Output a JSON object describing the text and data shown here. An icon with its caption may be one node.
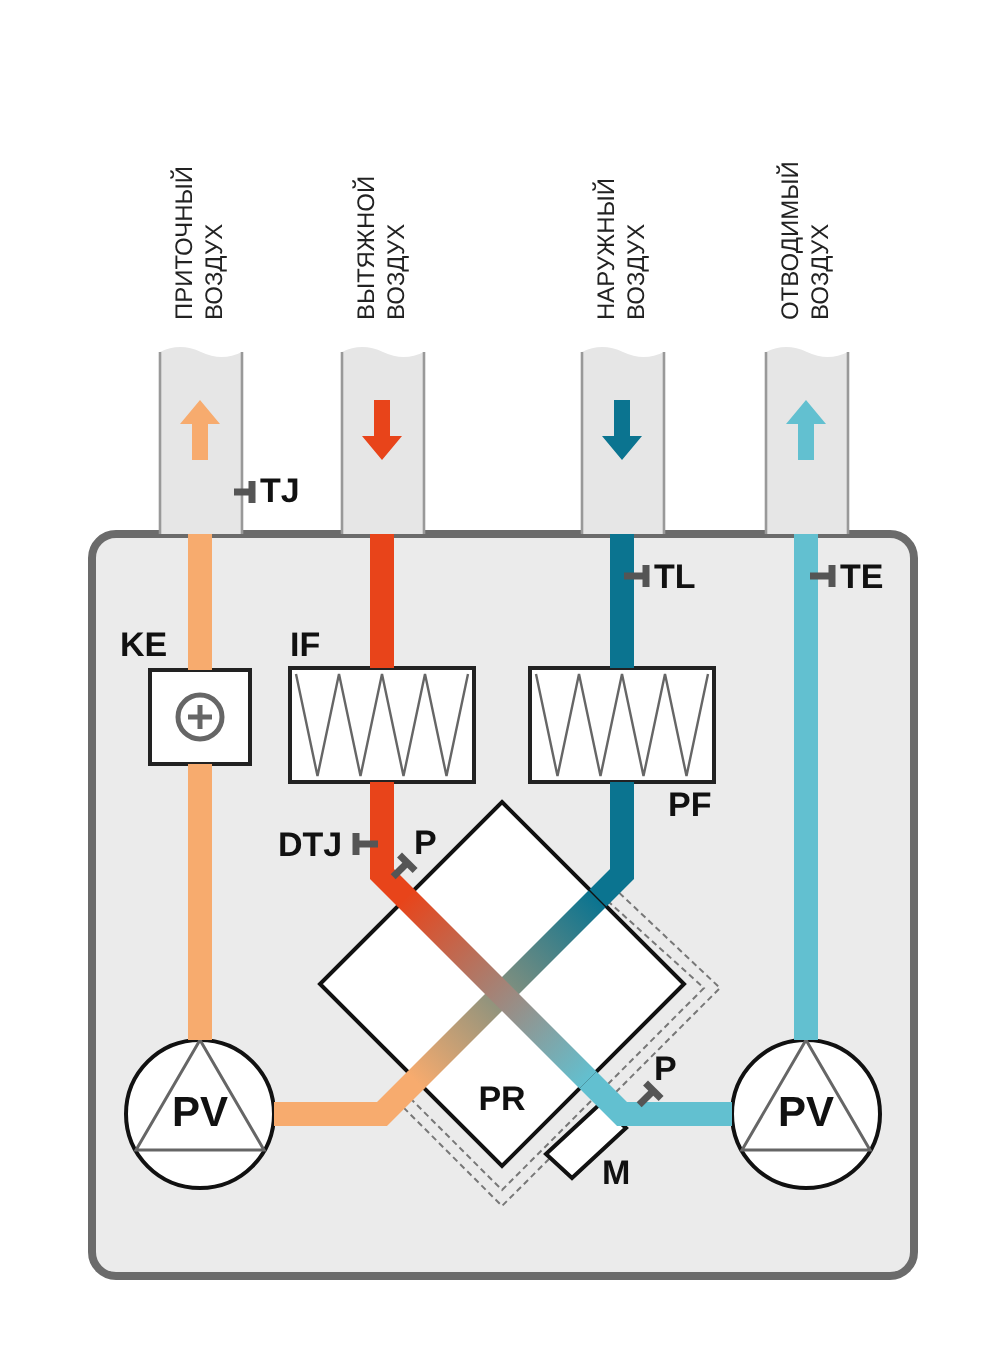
{
  "diagram": {
    "nodes": [
      {
        "text": [],
        "shape": "box"
      },
      {
        "text": [
          "ПРИТОЧНЫЙ ВОЗДУХ"
        ]
      },
      {
        "text": [
          "ВЫТЯЖНОЙ ВОЗДУХ"
        ]
      },
      {
        "text": [
          "НАРУЖНЫЙ ВОЗДУХ"
        ]
      },
      {
        "text": [
          "ОТВОДИМЫЙ ВОЗДУХ"
        ]
      },
      {
        "text": [
          "KE"
        ],
        "in": 0
      },
      {
        "text": [
          "IF"
        ],
        "in": 0
      },
      {
        "text": [
          "PF"
        ],
        "in": 0
      },
      {
        "text": [
          "PR"
        ],
        "in": 0
      },
      {
        "text": [
          "PV"
        ],
        "in": 0
      },
      {
        "text": [
          "M"
        ],
        "in": 0
      },
      {
        "text": [
          "PV"
        ],
        "in": 0
      }
    ],
    "edges": [
      {
        "from": 3,
        "to": 7,
        "arrow": "none",
        "color": "#0b7490"
      },
      {
        "from": 7,
        "to": 8,
        "arrow": "none",
        "color": "#0b7490"
      },
      {
        "from": 8,
        "to": 9,
        "arrow": "none",
        "color": "#f7ab6e"
      },
      {
        "from": 9,
        "to": 5,
        "arrow": "none",
        "color": "#f7ab6e"
      },
      {
        "from": 5,
        "to": 1,
        "arrow": "none",
        "color": "#f7ab6e"
      },
      {
        "from": 2,
        "to": 6,
        "arrow": "none",
        "color": "#e8441a"
      },
      {
        "from": 6,
        "to": 8,
        "arrow": "none",
        "color": "#e8441a"
      },
      {
        "from": 8,
        "to": 11,
        "arrow": "none",
        "color": "#62c0d0"
      },
      {
        "from": 11,
        "to": 4,
        "arrow": "none",
        "color": "#62c0d0"
      }
    ],
    "labels": [
      "TJ",
      "TL",
      "TE",
      "P",
      "DTJ",
      "P"
    ]
  }
}
